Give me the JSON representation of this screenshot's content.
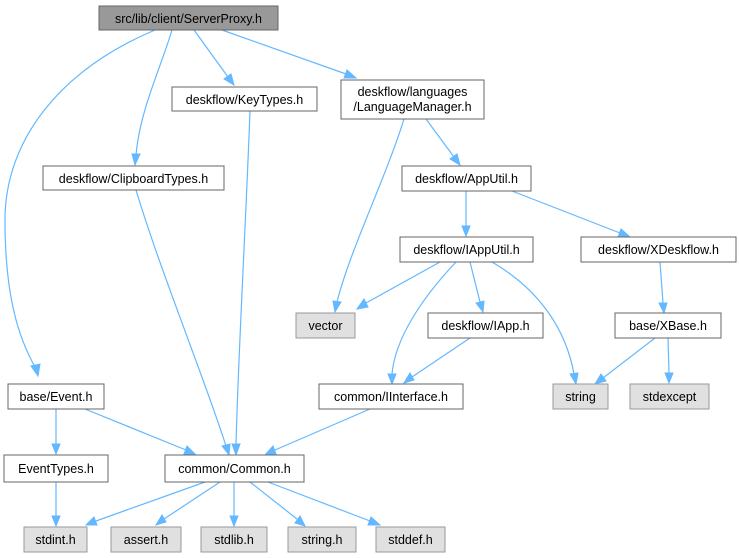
{
  "nodes": {
    "serverproxy": "src/lib/client/ServerProxy.h",
    "keytypes": "deskflow/KeyTypes.h",
    "langmgr_line1": "deskflow/languages",
    "langmgr_line2": "/LanguageManager.h",
    "clipboardtypes": "deskflow/ClipboardTypes.h",
    "apputil": "deskflow/AppUtil.h",
    "iapputil": "deskflow/IAppUtil.h",
    "xdeskflow": "deskflow/XDeskflow.h",
    "vector": "vector",
    "iapp": "deskflow/IApp.h",
    "xbase": "base/XBase.h",
    "event": "base/Event.h",
    "iinterface": "common/IInterface.h",
    "string": "string",
    "stdexcept": "stdexcept",
    "eventtypes": "EventTypes.h",
    "common": "common/Common.h",
    "stdint": "stdint.h",
    "assert": "assert.h",
    "stdlib": "stdlib.h",
    "stringh": "string.h",
    "stddef": "stddef.h"
  },
  "colors": {
    "edge": "#63b8ff",
    "root_fill": "#999999",
    "system_fill": "#e0e0e0",
    "border": "#666666"
  }
}
